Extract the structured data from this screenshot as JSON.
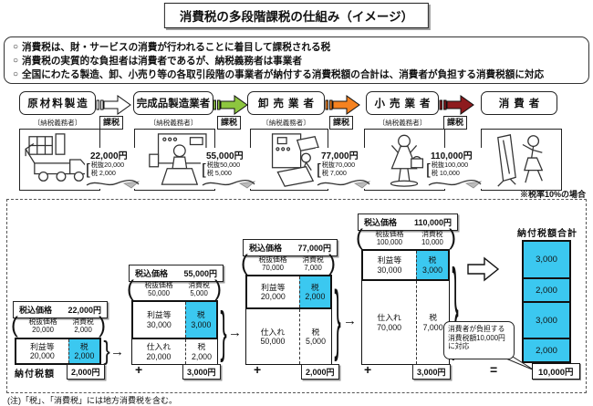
{
  "glyphs": {
    "bullet": "○",
    "brace": "}",
    "open_paren": "(",
    "close_paren": ")",
    "open_bracket": "[",
    "arrow": "→"
  },
  "title": "消費税の多段階課税の仕組み（イメージ）",
  "principles": [
    "消費税は、財・サービスの消費が行われることに着目して課税される税",
    "消費税の実質的な負担者は消費者であるが、納税義務者は事業者",
    "全国にわたる製造、卸、小売り等の各取引段階の事業者が納付する消費税額の合計は、消費者が負担する消費税額に対応"
  ],
  "chain": {
    "payer_note": "〔納税義務者〕",
    "tax_label": "課税",
    "stages": [
      {
        "name": "原材料製造"
      },
      {
        "name": "完成品製造業者"
      },
      {
        "name": "卸売業者"
      },
      {
        "name": "小売業者"
      },
      {
        "name": "消費者"
      }
    ],
    "arrow_colors": [
      "#FFFFFF",
      "#8DC63F",
      "#F58220",
      "#8E1B1E"
    ],
    "price_tags": [
      {
        "total": "22,000円",
        "ex": "税抜20,000",
        "tax": "税  2,000"
      },
      {
        "total": "55,000円",
        "ex": "税抜50,000",
        "tax": "税  5,000"
      },
      {
        "total": "77,000円",
        "ex": "税抜70,000",
        "tax": "税  7,000"
      },
      {
        "total": "110,000円",
        "ex": "税抜100,000",
        "tax": "税 10,000"
      }
    ]
  },
  "rate_note": "※税率10%の場合",
  "diagram": {
    "paid_tax_label": "納付税額",
    "plus": "+",
    "equals": "=",
    "total_header": "納付税額合計",
    "total_stack": [
      "3,000",
      "2,000",
      "3,000",
      "2,000"
    ],
    "total_value": "10,000円",
    "bubble_text": "消費者が負担する消費税額10,000円に対応",
    "columns": [
      {
        "price_label": "税込価格",
        "price_value": "22,000円",
        "ex_label": "税抜価格",
        "ex_value": "20,000",
        "ct_label": "消費税",
        "ct_value": "2,000",
        "profit_label": "利益等",
        "profit_value": "20,000",
        "tax_label": "税",
        "tax_value": "2,000",
        "paid": "2,000円"
      },
      {
        "price_label": "税込価格",
        "price_value": "55,000円",
        "ex_label": "税抜価格",
        "ex_value": "50,000",
        "ct_label": "消費税",
        "ct_value": "5,000",
        "profit_label": "利益等",
        "profit_value": "30,000",
        "tax_label": "税",
        "tax_value": "3,000",
        "purchase_label": "仕入れ",
        "purchase_value": "20,000",
        "purchase_tax_label": "税",
        "purchase_tax_value": "2,000",
        "paid": "3,000円"
      },
      {
        "price_label": "税込価格",
        "price_value": "77,000円",
        "ex_label": "税抜価格",
        "ex_value": "70,000",
        "ct_label": "消費税",
        "ct_value": "7,000",
        "profit_label": "利益等",
        "profit_value": "20,000",
        "tax_label": "税",
        "tax_value": "2,000",
        "purchase_label": "仕入れ",
        "purchase_value": "50,000",
        "purchase_tax_label": "税",
        "purchase_tax_value": "5,000",
        "paid": "2,000円"
      },
      {
        "price_label": "税込価格",
        "price_value": "110,000円",
        "ex_label": "税抜価格",
        "ex_value": "100,000",
        "ct_label": "消費税",
        "ct_value": "10,000",
        "profit_label": "利益等",
        "profit_value": "30,000",
        "tax_label": "税",
        "tax_value": "3,000",
        "purchase_label": "仕入れ",
        "purchase_value": "70,000",
        "purchase_tax_label": "税",
        "purchase_tax_value": "7,000",
        "paid": "3,000円"
      }
    ]
  },
  "footnote": "(注)「税」、「消費税」には地方消費税を含む。",
  "colors": {
    "highlight_cyan": "#3BC8F0",
    "border_black": "#111111"
  }
}
